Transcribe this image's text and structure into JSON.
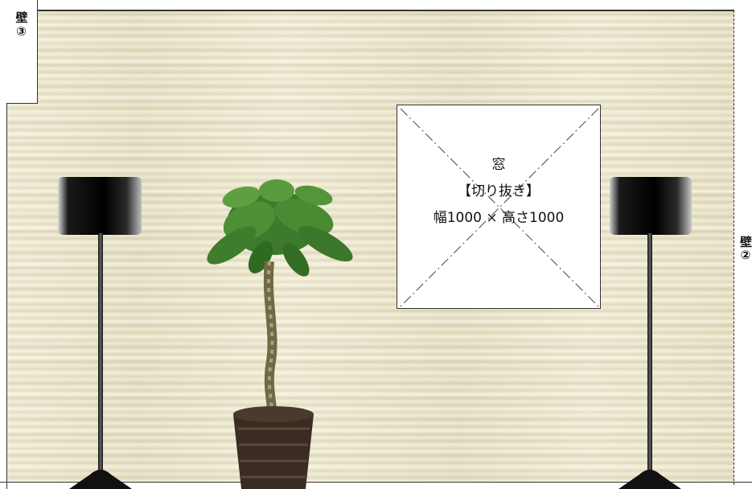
{
  "wall3_label": "壁③",
  "wall2_label": "壁②",
  "window": {
    "title": "窓",
    "subtitle": "【切り抜き】",
    "size_text": "幅1000 × 高さ1000"
  }
}
